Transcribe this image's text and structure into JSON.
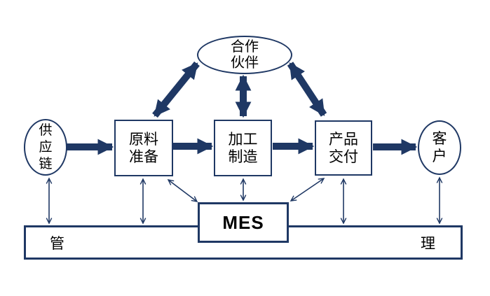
{
  "colors": {
    "accent_navy": "#1F3864",
    "text_black": "#000000",
    "background": "#FFFFFF"
  },
  "nodes": {
    "partner": {
      "line1": "合作",
      "line2": "伙伴"
    },
    "supply": {
      "line1": "供",
      "line2": "应",
      "line3": "链"
    },
    "raw": {
      "line1": "原料",
      "line2": "准备"
    },
    "process": {
      "line1": "加工",
      "line2": "制造"
    },
    "deliver": {
      "line1": "产品",
      "line2": "交付"
    },
    "customer": {
      "line1": "客",
      "line2": "户"
    },
    "mes": {
      "label": "MES"
    },
    "management": {
      "left_char": "管",
      "right_char": "理"
    }
  },
  "edges": [
    {
      "from": "供应链",
      "to": "原料准备",
      "style": "thick-single"
    },
    {
      "from": "原料准备",
      "to": "加工制造",
      "style": "thick-single"
    },
    {
      "from": "加工制造",
      "to": "产品交付",
      "style": "thick-single"
    },
    {
      "from": "产品交付",
      "to": "客户",
      "style": "thick-single"
    },
    {
      "from": "原料准备",
      "to": "合作伙伴",
      "style": "thick-double"
    },
    {
      "from": "加工制造",
      "to": "合作伙伴",
      "style": "thick-double"
    },
    {
      "from": "产品交付",
      "to": "合作伙伴",
      "style": "thick-double"
    },
    {
      "from": "供应链",
      "to": "管理",
      "style": "thin-double"
    },
    {
      "from": "原料准备",
      "to": "管理",
      "style": "thin-double"
    },
    {
      "from": "原料准备",
      "to": "MES",
      "style": "thin-double"
    },
    {
      "from": "加工制造",
      "to": "MES",
      "style": "thin-double"
    },
    {
      "from": "产品交付",
      "to": "MES",
      "style": "thin-double"
    },
    {
      "from": "产品交付",
      "to": "管理",
      "style": "thin-double"
    },
    {
      "from": "客户",
      "to": "管理",
      "style": "thin-double"
    }
  ]
}
